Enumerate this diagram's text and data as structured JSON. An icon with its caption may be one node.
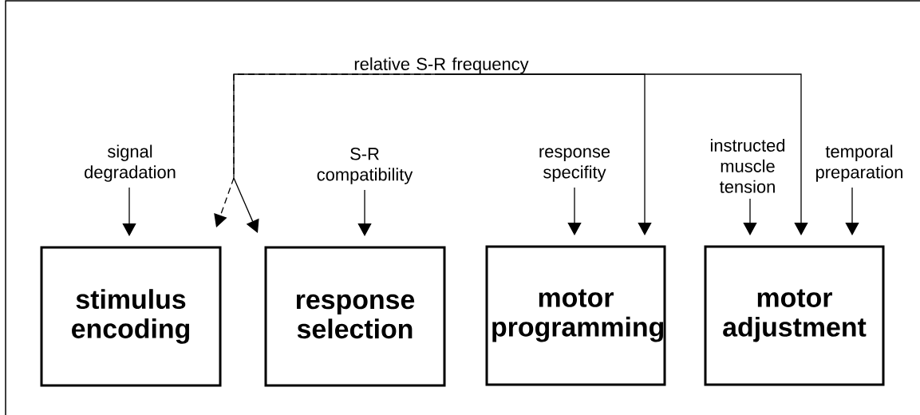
{
  "diagram": {
    "nodes": [
      {
        "text": [
          "relative S-R frequency"
        ]
      },
      {
        "text": [
          "signal degradation"
        ]
      },
      {
        "text": [
          "S-R compatibility"
        ]
      },
      {
        "text": [
          "response specifity"
        ]
      },
      {
        "text": [
          "instructed muscle tension"
        ]
      },
      {
        "text": [
          "temporal preparation"
        ]
      },
      {
        "text": [
          "stimulus encoding"
        ]
      },
      {
        "text": [
          "response selection"
        ]
      },
      {
        "text": [
          "motor programming"
        ]
      },
      {
        "text": [
          "motor adjustment"
        ]
      }
    ],
    "edges": [
      {
        "from": 1,
        "to": 6,
        "arrow": "to"
      },
      {
        "from": 2,
        "to": 7,
        "arrow": "to"
      },
      {
        "from": 3,
        "to": 8,
        "arrow": "to"
      },
      {
        "from": 4,
        "to": 9,
        "arrow": "to"
      },
      {
        "from": 5,
        "to": 9,
        "arrow": "to"
      },
      {
        "from": 0,
        "to": 6,
        "arrow": "to",
        "style": "dashed"
      },
      {
        "from": 0,
        "to": 7,
        "arrow": "to"
      },
      {
        "from": 0,
        "to": 8,
        "arrow": "to"
      },
      {
        "from": 0,
        "to": 9,
        "arrow": "to"
      }
    ]
  }
}
